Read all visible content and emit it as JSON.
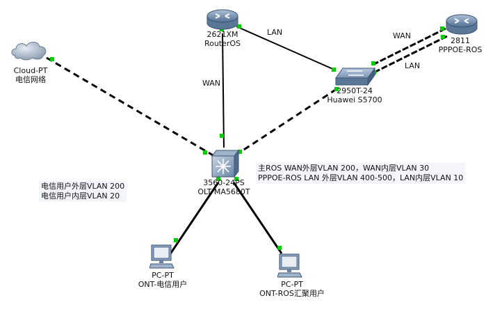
{
  "devices": {
    "cloud": {
      "type": "Cloud-PT",
      "name": "电信网络",
      "icon": "cloud-icon"
    },
    "router_main": {
      "type": "2621XM",
      "name": "RouterOS",
      "icon": "router-icon"
    },
    "router_pppoe": {
      "type": "2811",
      "name": "PPPOE-ROS",
      "icon": "router-icon"
    },
    "switch_core": {
      "type": "2950T-24",
      "name": "Huawei S5700",
      "icon": "switch-icon"
    },
    "olt": {
      "type": "3560-24PS",
      "name": "OLT MA5680T",
      "icon": "multilayer-switch-icon"
    },
    "pc_telecom": {
      "type": "PC-PT",
      "name": "ONT-电信用户",
      "icon": "pc-icon"
    },
    "pc_ros": {
      "type": "PC-PT",
      "name": "ONT-ROS汇聚用户",
      "icon": "pc-icon"
    }
  },
  "links": {
    "router_olt": "WAN",
    "router_switch": "LAN",
    "switch_pppoe_wan": "WAN",
    "switch_pppoe_lan": "LAN"
  },
  "notes": {
    "left_line1": "电信用户外层VLAN 200",
    "left_line2": "电信用户内层VLAN 20",
    "right_line1": "主ROS WAN外层VLAN 200，WAN内层VLAN 30",
    "right_line2": "PPPOE-ROS LAN 外层VLAN 400-500，LAN内层VLAN 10"
  },
  "colors": {
    "link_up": "#00cc00",
    "device_blue": "#5b7fa6"
  }
}
